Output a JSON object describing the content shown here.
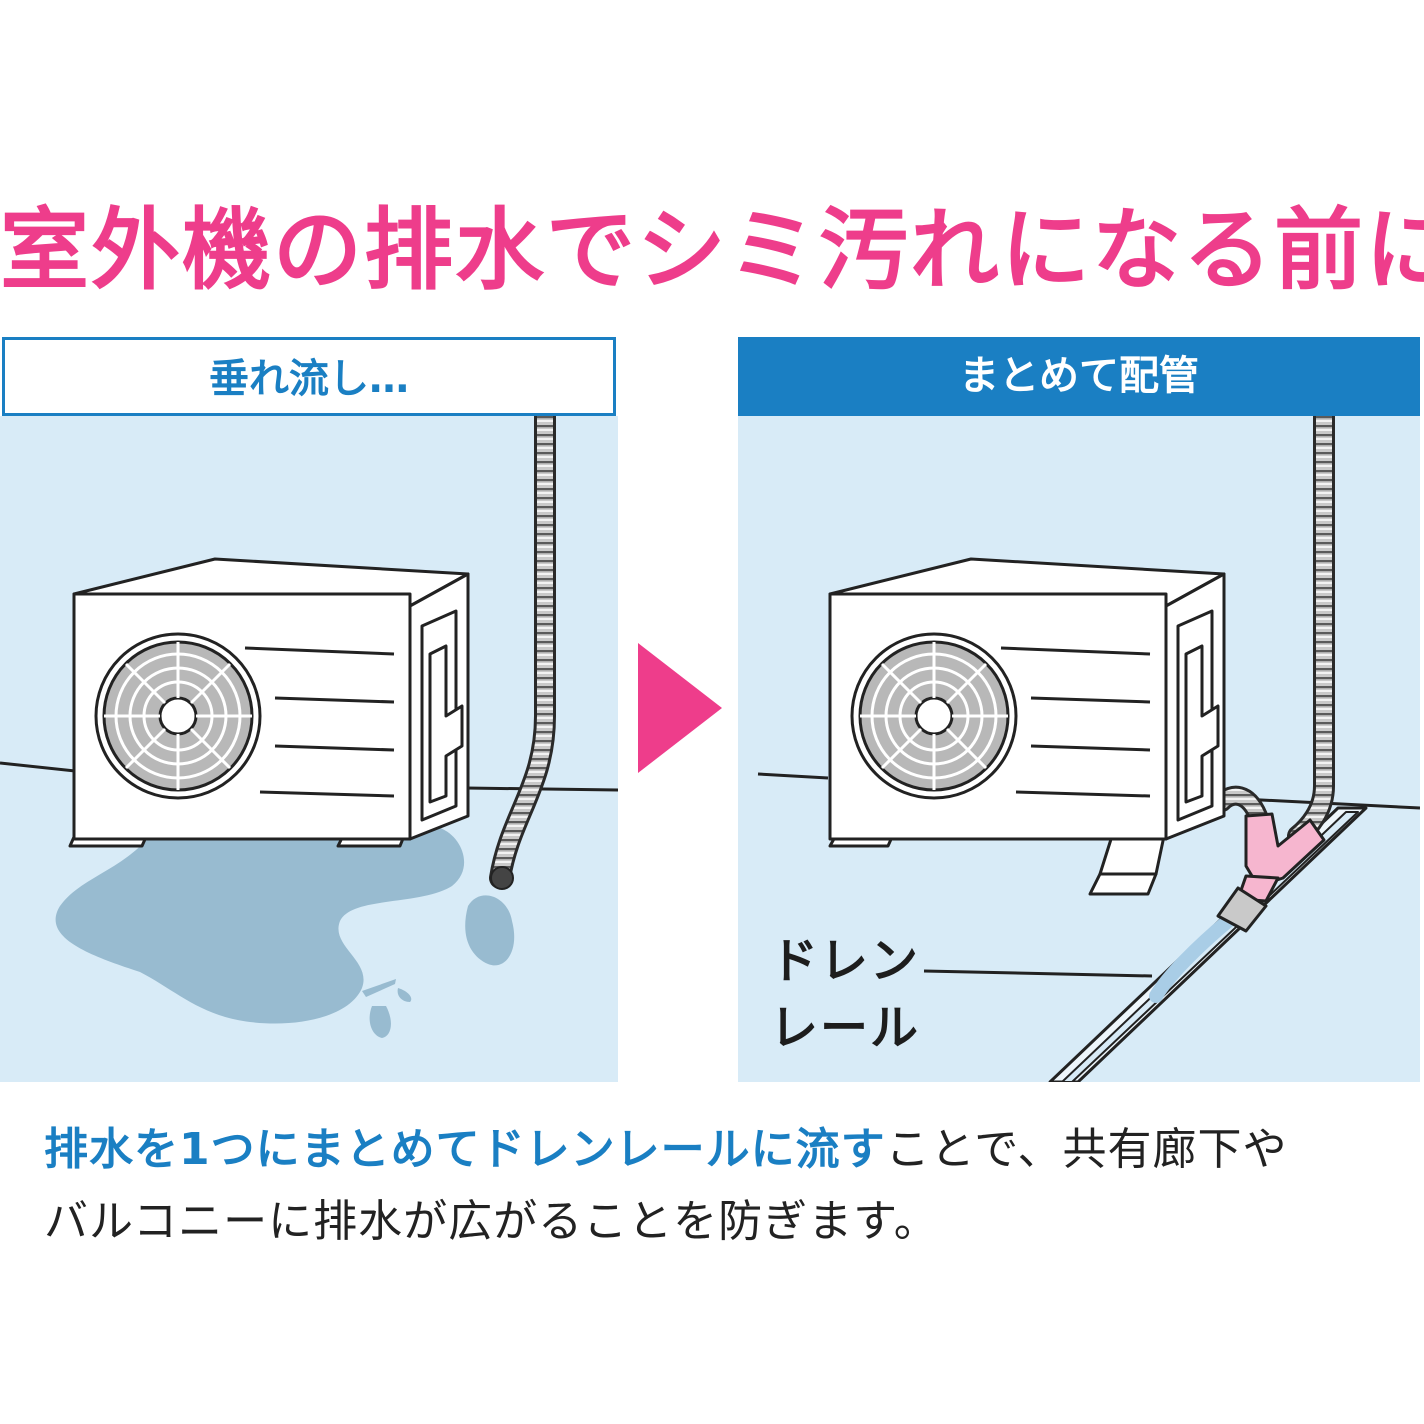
{
  "headline": "室外機の排水でシミ汚れになる前に",
  "panels": {
    "left": {
      "label": "垂れ流し…"
    },
    "right": {
      "label": "まとめて配管",
      "callout_line1": "ドレン",
      "callout_line2": "レール"
    }
  },
  "description": {
    "line1_highlight": "排水を1つにまとめてドレンレールに流す",
    "line1_rest": "ことで、共有廊下や",
    "line2": "バルコニーに排水が広がることを防ぎます。"
  },
  "colors": {
    "headline": "#ee3d8b",
    "accent_blue": "#1a7fc3",
    "scene_bg": "#d8ebf7",
    "puddle": "#98bbd0",
    "arrow": "#ee3d8b",
    "fitting_pink": "#f6b6cf"
  }
}
